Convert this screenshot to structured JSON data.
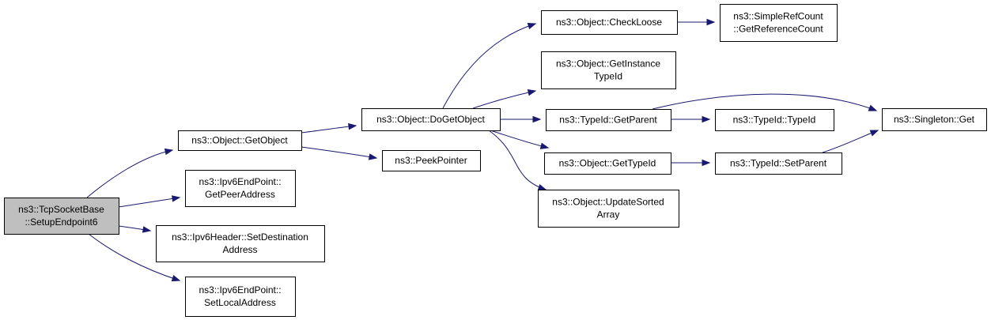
{
  "diagram": {
    "edge_color": "#191970",
    "root_fill": "#bfbfbf",
    "nodes": [
      {
        "id": "setup",
        "lines": [
          "ns3::TcpSocketBase",
          "::SetupEndpoint6"
        ],
        "root": true
      },
      {
        "id": "getobject",
        "lines": [
          "ns3::Object::GetObject"
        ]
      },
      {
        "id": "getpeer",
        "lines": [
          "ns3::Ipv6EndPoint::",
          "GetPeerAddress"
        ]
      },
      {
        "id": "setdest",
        "lines": [
          "ns3::Ipv6Header::SetDestination",
          "Address"
        ]
      },
      {
        "id": "setlocal",
        "lines": [
          "ns3::Ipv6EndPoint::",
          "SetLocalAddress"
        ]
      },
      {
        "id": "dogetobject",
        "lines": [
          "ns3::Object::DoGetObject"
        ]
      },
      {
        "id": "peekpointer",
        "lines": [
          "ns3::PeekPointer"
        ]
      },
      {
        "id": "checkloose",
        "lines": [
          "ns3::Object::CheckLoose"
        ]
      },
      {
        "id": "getinstancetypeid",
        "lines": [
          "ns3::Object::GetInstance",
          "TypeId"
        ]
      },
      {
        "id": "getparent",
        "lines": [
          "ns3::TypeId::GetParent"
        ]
      },
      {
        "id": "gettypeid",
        "lines": [
          "ns3::Object::GetTypeId"
        ]
      },
      {
        "id": "updatesorted",
        "lines": [
          "ns3::Object::UpdateSorted",
          "Array"
        ]
      },
      {
        "id": "getrefcount",
        "lines": [
          "ns3::SimpleRefCount",
          "::GetReferenceCount"
        ]
      },
      {
        "id": "typeidctor",
        "lines": [
          "ns3::TypeId::TypeId"
        ]
      },
      {
        "id": "setparent",
        "lines": [
          "ns3::TypeId::SetParent"
        ]
      },
      {
        "id": "singletonget",
        "lines": [
          "ns3::Singleton::Get"
        ]
      }
    ],
    "edges": [
      {
        "from": "setup",
        "to": "getobject"
      },
      {
        "from": "setup",
        "to": "getpeer"
      },
      {
        "from": "setup",
        "to": "setdest"
      },
      {
        "from": "setup",
        "to": "setlocal"
      },
      {
        "from": "getobject",
        "to": "dogetobject"
      },
      {
        "from": "getobject",
        "to": "peekpointer"
      },
      {
        "from": "dogetobject",
        "to": "checkloose"
      },
      {
        "from": "dogetobject",
        "to": "getinstancetypeid"
      },
      {
        "from": "dogetobject",
        "to": "getparent"
      },
      {
        "from": "dogetobject",
        "to": "gettypeid"
      },
      {
        "from": "dogetobject",
        "to": "updatesorted"
      },
      {
        "from": "checkloose",
        "to": "getrefcount"
      },
      {
        "from": "getparent",
        "to": "typeidctor"
      },
      {
        "from": "getparent",
        "to": "singletonget"
      },
      {
        "from": "gettypeid",
        "to": "setparent"
      },
      {
        "from": "setparent",
        "to": "singletonget"
      }
    ]
  }
}
